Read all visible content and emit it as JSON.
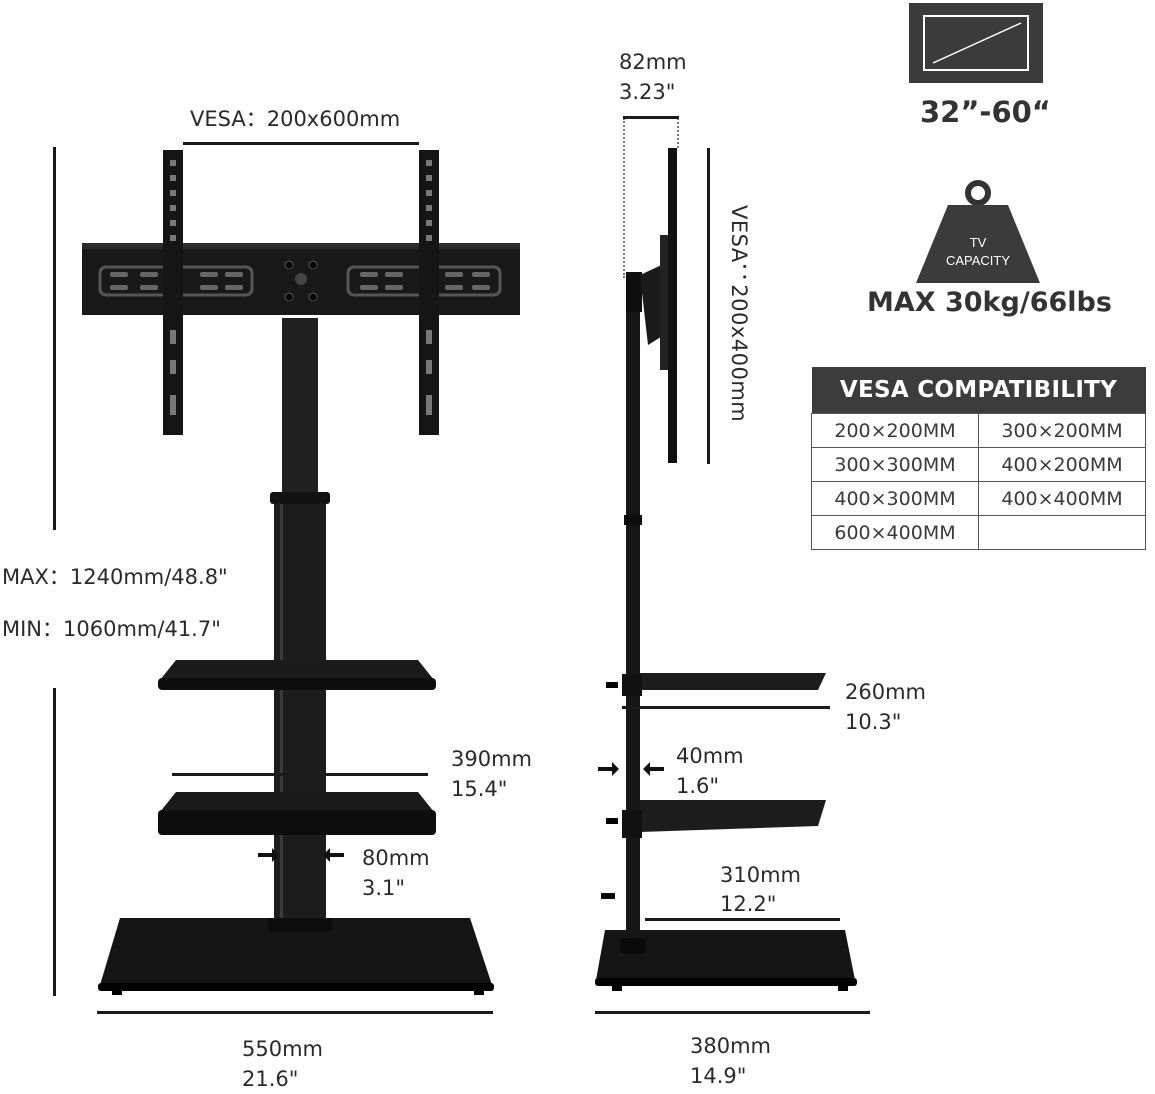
{
  "front_view": {
    "vesa_width_label": "VESA：200x600mm",
    "height_max_label": "MAX：1240mm/48.8\"",
    "height_min_label": "MIN：1060mm/41.7\"",
    "shelf_width_mm": "390mm",
    "shelf_width_in": "15.4\"",
    "pole_width_mm": "80mm",
    "pole_width_in": "3.1\"",
    "base_width_mm": "550mm",
    "base_width_in": "21.6\""
  },
  "side_view": {
    "bracket_depth_mm": "82mm",
    "bracket_depth_in": "3.23\"",
    "vesa_height_label": "VESA：200x400mm",
    "shelf_depth_mm": "260mm",
    "shelf_depth_in": "10.3\"",
    "pole_depth_mm": "40mm",
    "pole_depth_in": "1.6\"",
    "lower_shelf_depth_mm": "310mm",
    "lower_shelf_depth_in": "12.2\"",
    "base_depth_mm": "380mm",
    "base_depth_in": "14.9\""
  },
  "specs": {
    "screen_size": "32”-60“",
    "capacity_weight_text": "TV CAPACITY",
    "max_load": "MAX 30kg/66lbs"
  },
  "vesa_table": {
    "title": "VESA COMPATIBILITY",
    "rows": [
      [
        "200×200MM",
        "300×200MM"
      ],
      [
        "300×300MM",
        "400×200MM"
      ],
      [
        "400×300MM",
        "400×400MM"
      ],
      [
        "600×400MM",
        ""
      ]
    ]
  },
  "colors": {
    "product": "#111111",
    "table_header": "#3c3c3c",
    "text": "#2b2b2b"
  }
}
